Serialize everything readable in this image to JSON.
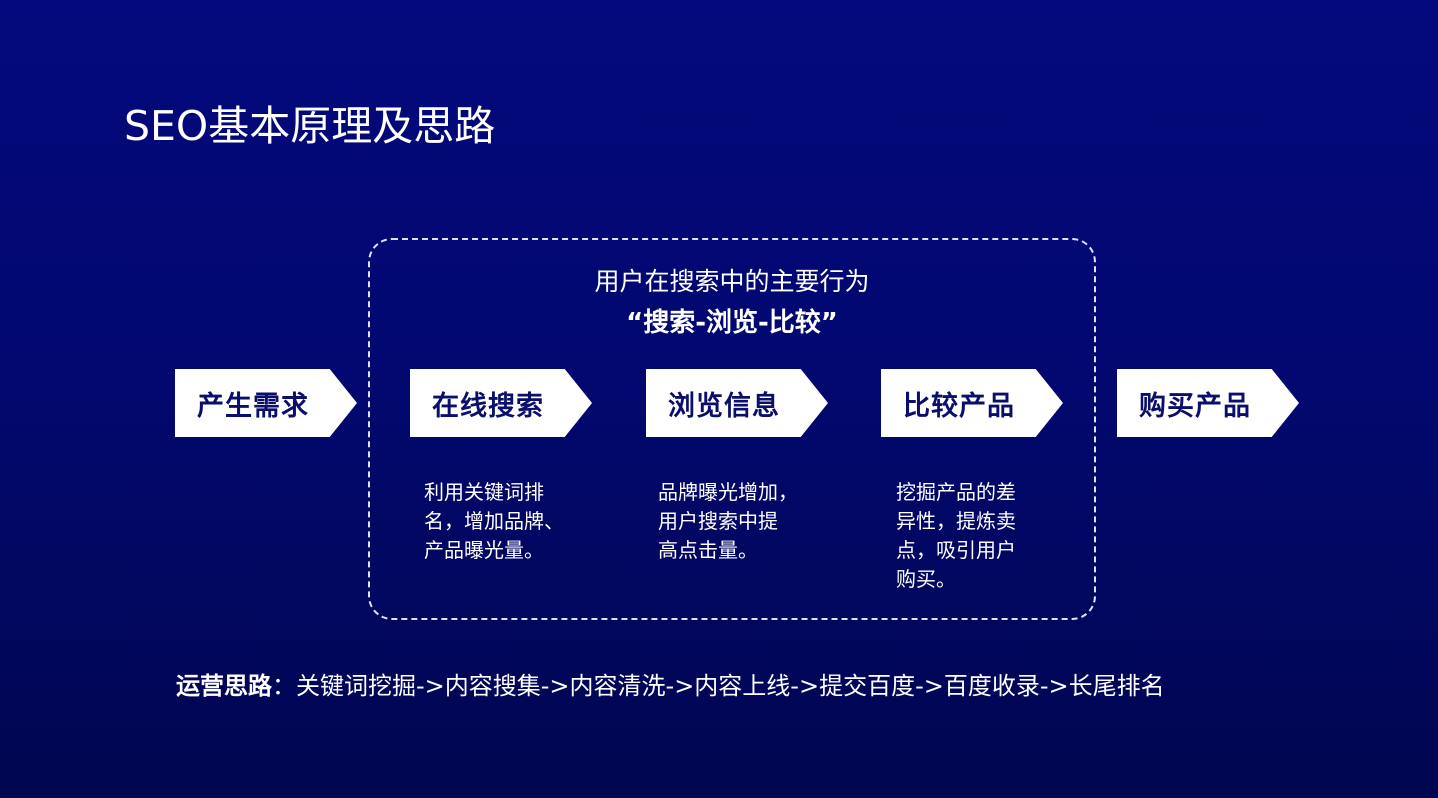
{
  "title": "SEO基本原理及思路",
  "box": {
    "title": "用户在搜索中的主要行为",
    "subtitle": "“搜索-浏览-比较”"
  },
  "steps": [
    {
      "label": "产生需求"
    },
    {
      "label": "在线搜索"
    },
    {
      "label": "浏览信息"
    },
    {
      "label": "比较产品"
    },
    {
      "label": "购买产品"
    }
  ],
  "descriptions": [
    {
      "lines": [
        "利用关键词排",
        "名，增加品牌、",
        "产品曝光量。"
      ]
    },
    {
      "lines": [
        "品牌曝光增加，",
        "用户搜索中提",
        "高点击量。"
      ]
    },
    {
      "lines": [
        "挖掘产品的差",
        "异性，提炼卖",
        "点，吸引用户",
        "购买。"
      ]
    }
  ],
  "ops": {
    "label": "运营思路",
    "separator": "：",
    "text": "关键词挖掘->内容搜集->内容清洗->内容上线->提交百度->百度收录->长尾排名"
  },
  "colors": {
    "background_top": "#04097d",
    "background_bottom": "#010650",
    "step_fill": "#ffffff",
    "step_text": "#0a0f6b"
  }
}
